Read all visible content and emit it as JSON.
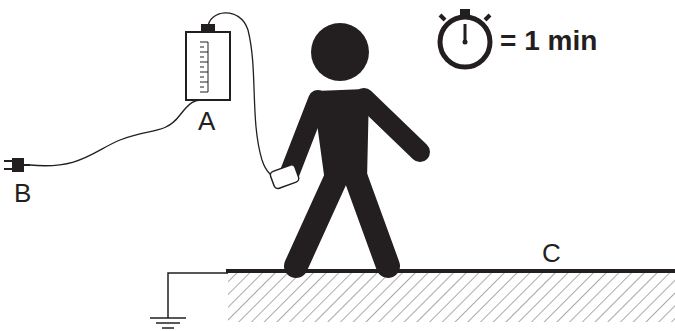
{
  "diagram": {
    "labels": [
      "A",
      "B",
      "C",
      "= 1 min"
    ]
  }
}
